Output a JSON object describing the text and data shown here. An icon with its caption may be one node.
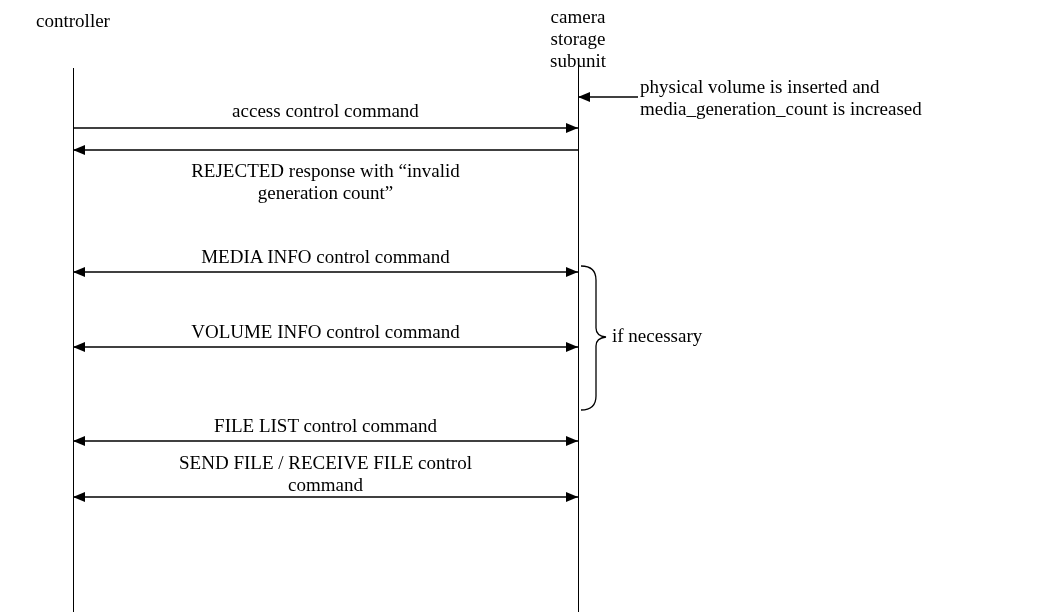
{
  "diagram": {
    "nodes": [
      {
        "text": [
          "controller"
        ]
      },
      {
        "text": [
          "camera storage subunit"
        ]
      },
      {
        "text": [
          "physical volume is inserted and media_generation_count is increased"
        ]
      }
    ],
    "edges": [
      {
        "from": 0,
        "to": 1,
        "arrow": "to",
        "label": "access control command"
      },
      {
        "from": 1,
        "to": 0,
        "arrow": "to",
        "label": "REJECTED response with “invalid generation count”"
      },
      {
        "from": 0,
        "to": 1,
        "arrow": "both",
        "label": "MEDIA INFO control command"
      },
      {
        "from": 0,
        "to": 1,
        "arrow": "both",
        "label": "VOLUME INFO control command"
      },
      {
        "from": 0,
        "to": 1,
        "arrow": "both",
        "label": "FILE LIST control command"
      },
      {
        "from": 0,
        "to": 1,
        "arrow": "both",
        "label": "SEND FILE / RECEIVE FILE control command"
      },
      {
        "from": 2,
        "to": 1,
        "arrow": "to"
      }
    ],
    "labels": [
      "if necessary"
    ]
  }
}
